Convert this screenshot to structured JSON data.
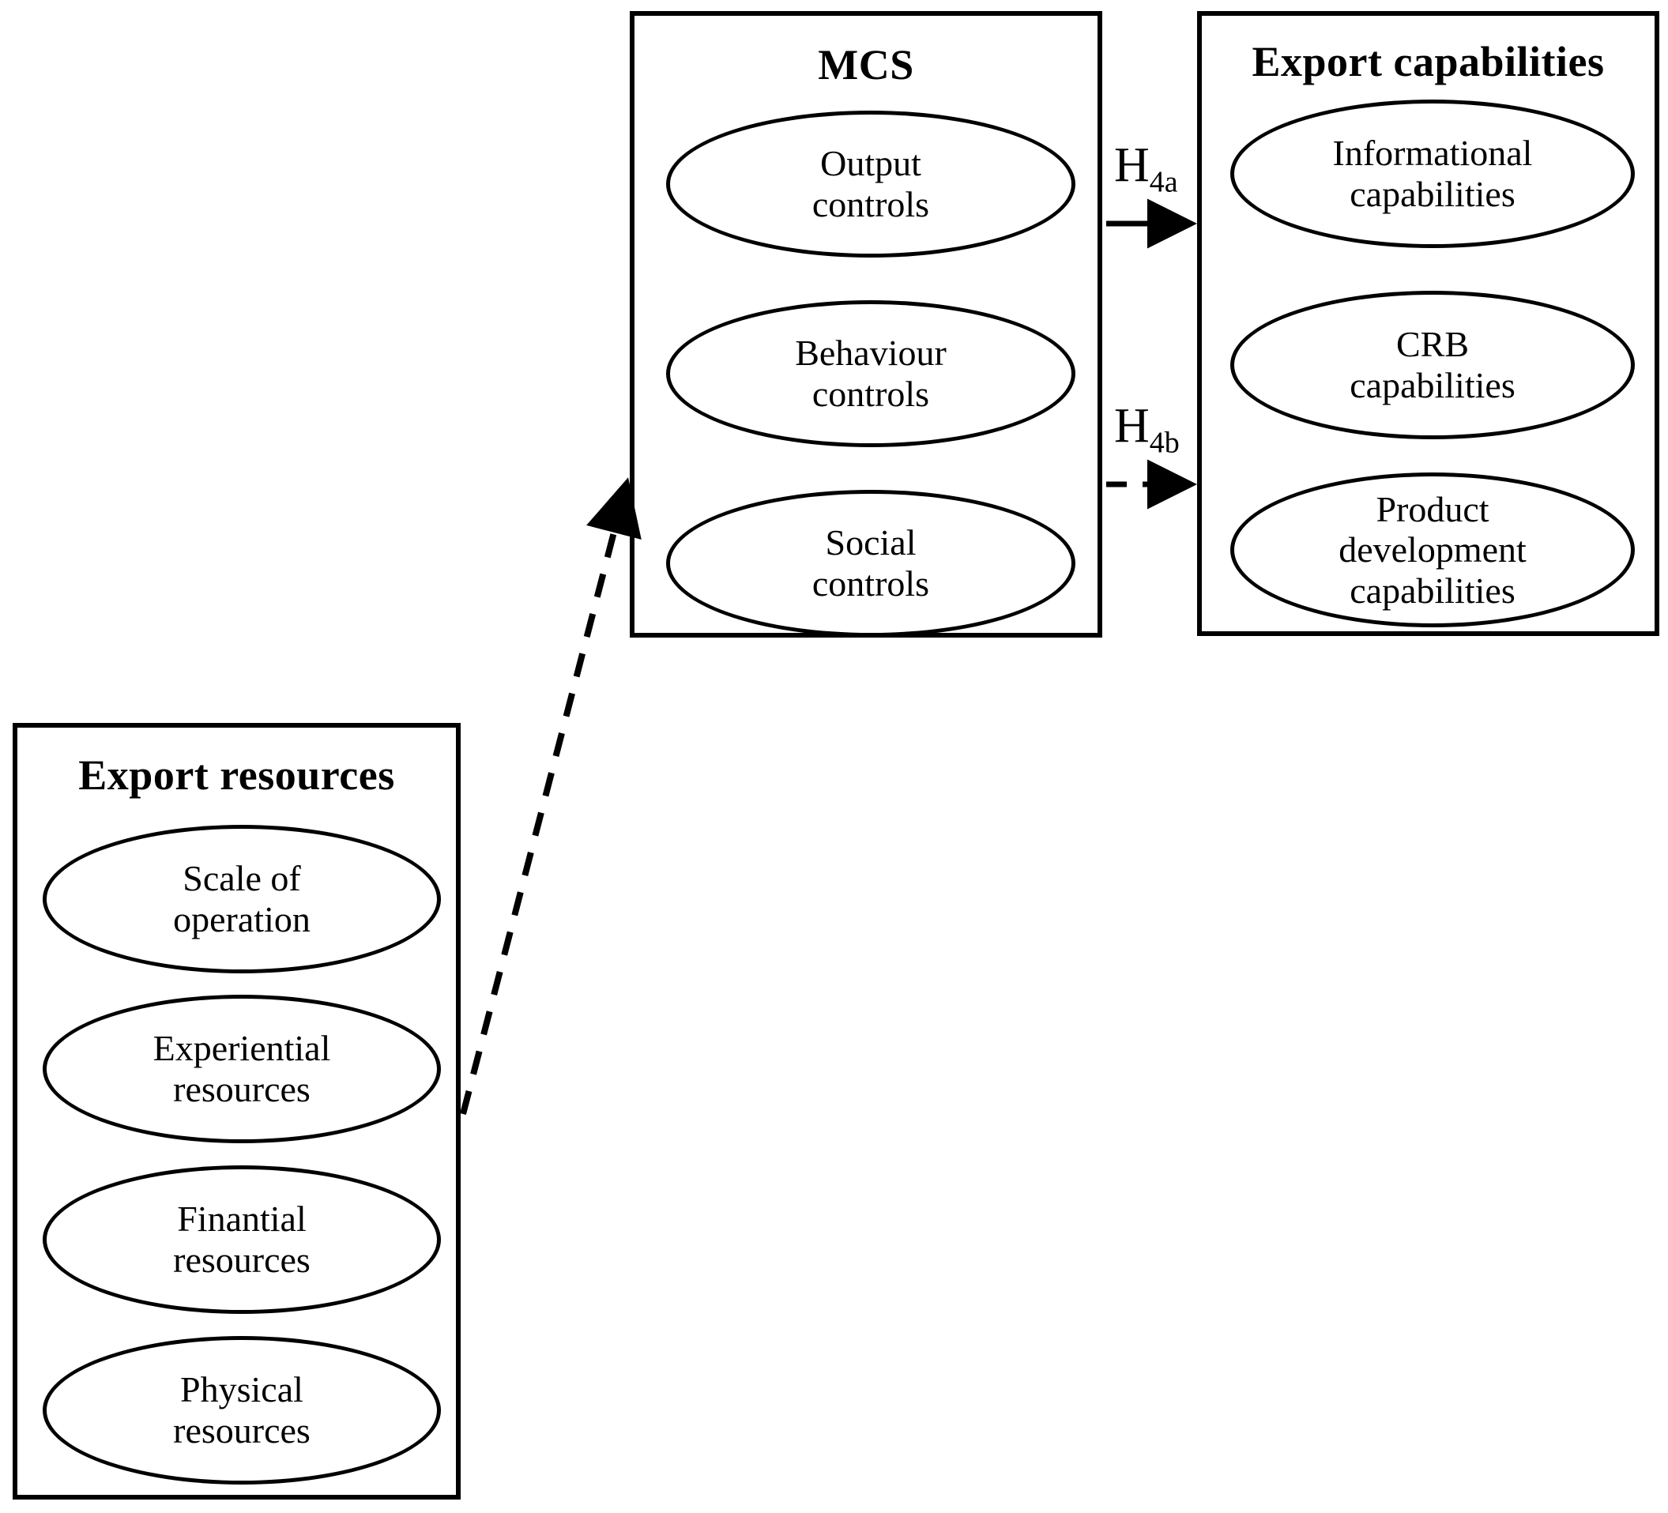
{
  "diagram": {
    "title_visible": false,
    "background_color": "#ffffff",
    "line_color": "#000000"
  },
  "groups": {
    "mcs": {
      "title": "MCS",
      "nodes": [
        {
          "id": "output-controls",
          "label": "Output\ncontrols"
        },
        {
          "id": "behaviour-controls",
          "label": "Behaviour\ncontrols"
        },
        {
          "id": "social-controls",
          "label": "Social\ncontrols"
        }
      ]
    },
    "export_capabilities": {
      "title": "Export capabilities",
      "nodes": [
        {
          "id": "informational-capabilities",
          "label": "Informational\ncapabilities"
        },
        {
          "id": "crb-capabilities",
          "label": "CRB\ncapabilities"
        },
        {
          "id": "product-dev-capabilities",
          "label": "Product\ndevelopment\ncapabilities"
        }
      ]
    },
    "export_resources": {
      "title": "Export resources",
      "nodes": [
        {
          "id": "scale-of-operation",
          "label": "Scale of\noperation"
        },
        {
          "id": "experiential-resources",
          "label": "Experiential\nresources"
        },
        {
          "id": "finantial-resources",
          "label": "Finantial\nresources"
        },
        {
          "id": "physical-resources",
          "label": "Physical\nresources"
        }
      ]
    }
  },
  "connectors": [
    {
      "id": "h4a",
      "label_main": "H",
      "label_sub": "4a",
      "style": "solid",
      "from": "mcs",
      "to": "export_capabilities",
      "arrowhead": "filled-triangle"
    },
    {
      "id": "h4b",
      "label_main": "H",
      "label_sub": "4b",
      "style": "dashed",
      "from": "mcs",
      "to": "export_capabilities",
      "arrowhead": "filled-triangle"
    },
    {
      "id": "resources-to-mcs",
      "label_main": "",
      "label_sub": "",
      "style": "dashed",
      "from": "export_resources",
      "to": "mcs",
      "arrowhead": "filled-triangle"
    }
  ]
}
